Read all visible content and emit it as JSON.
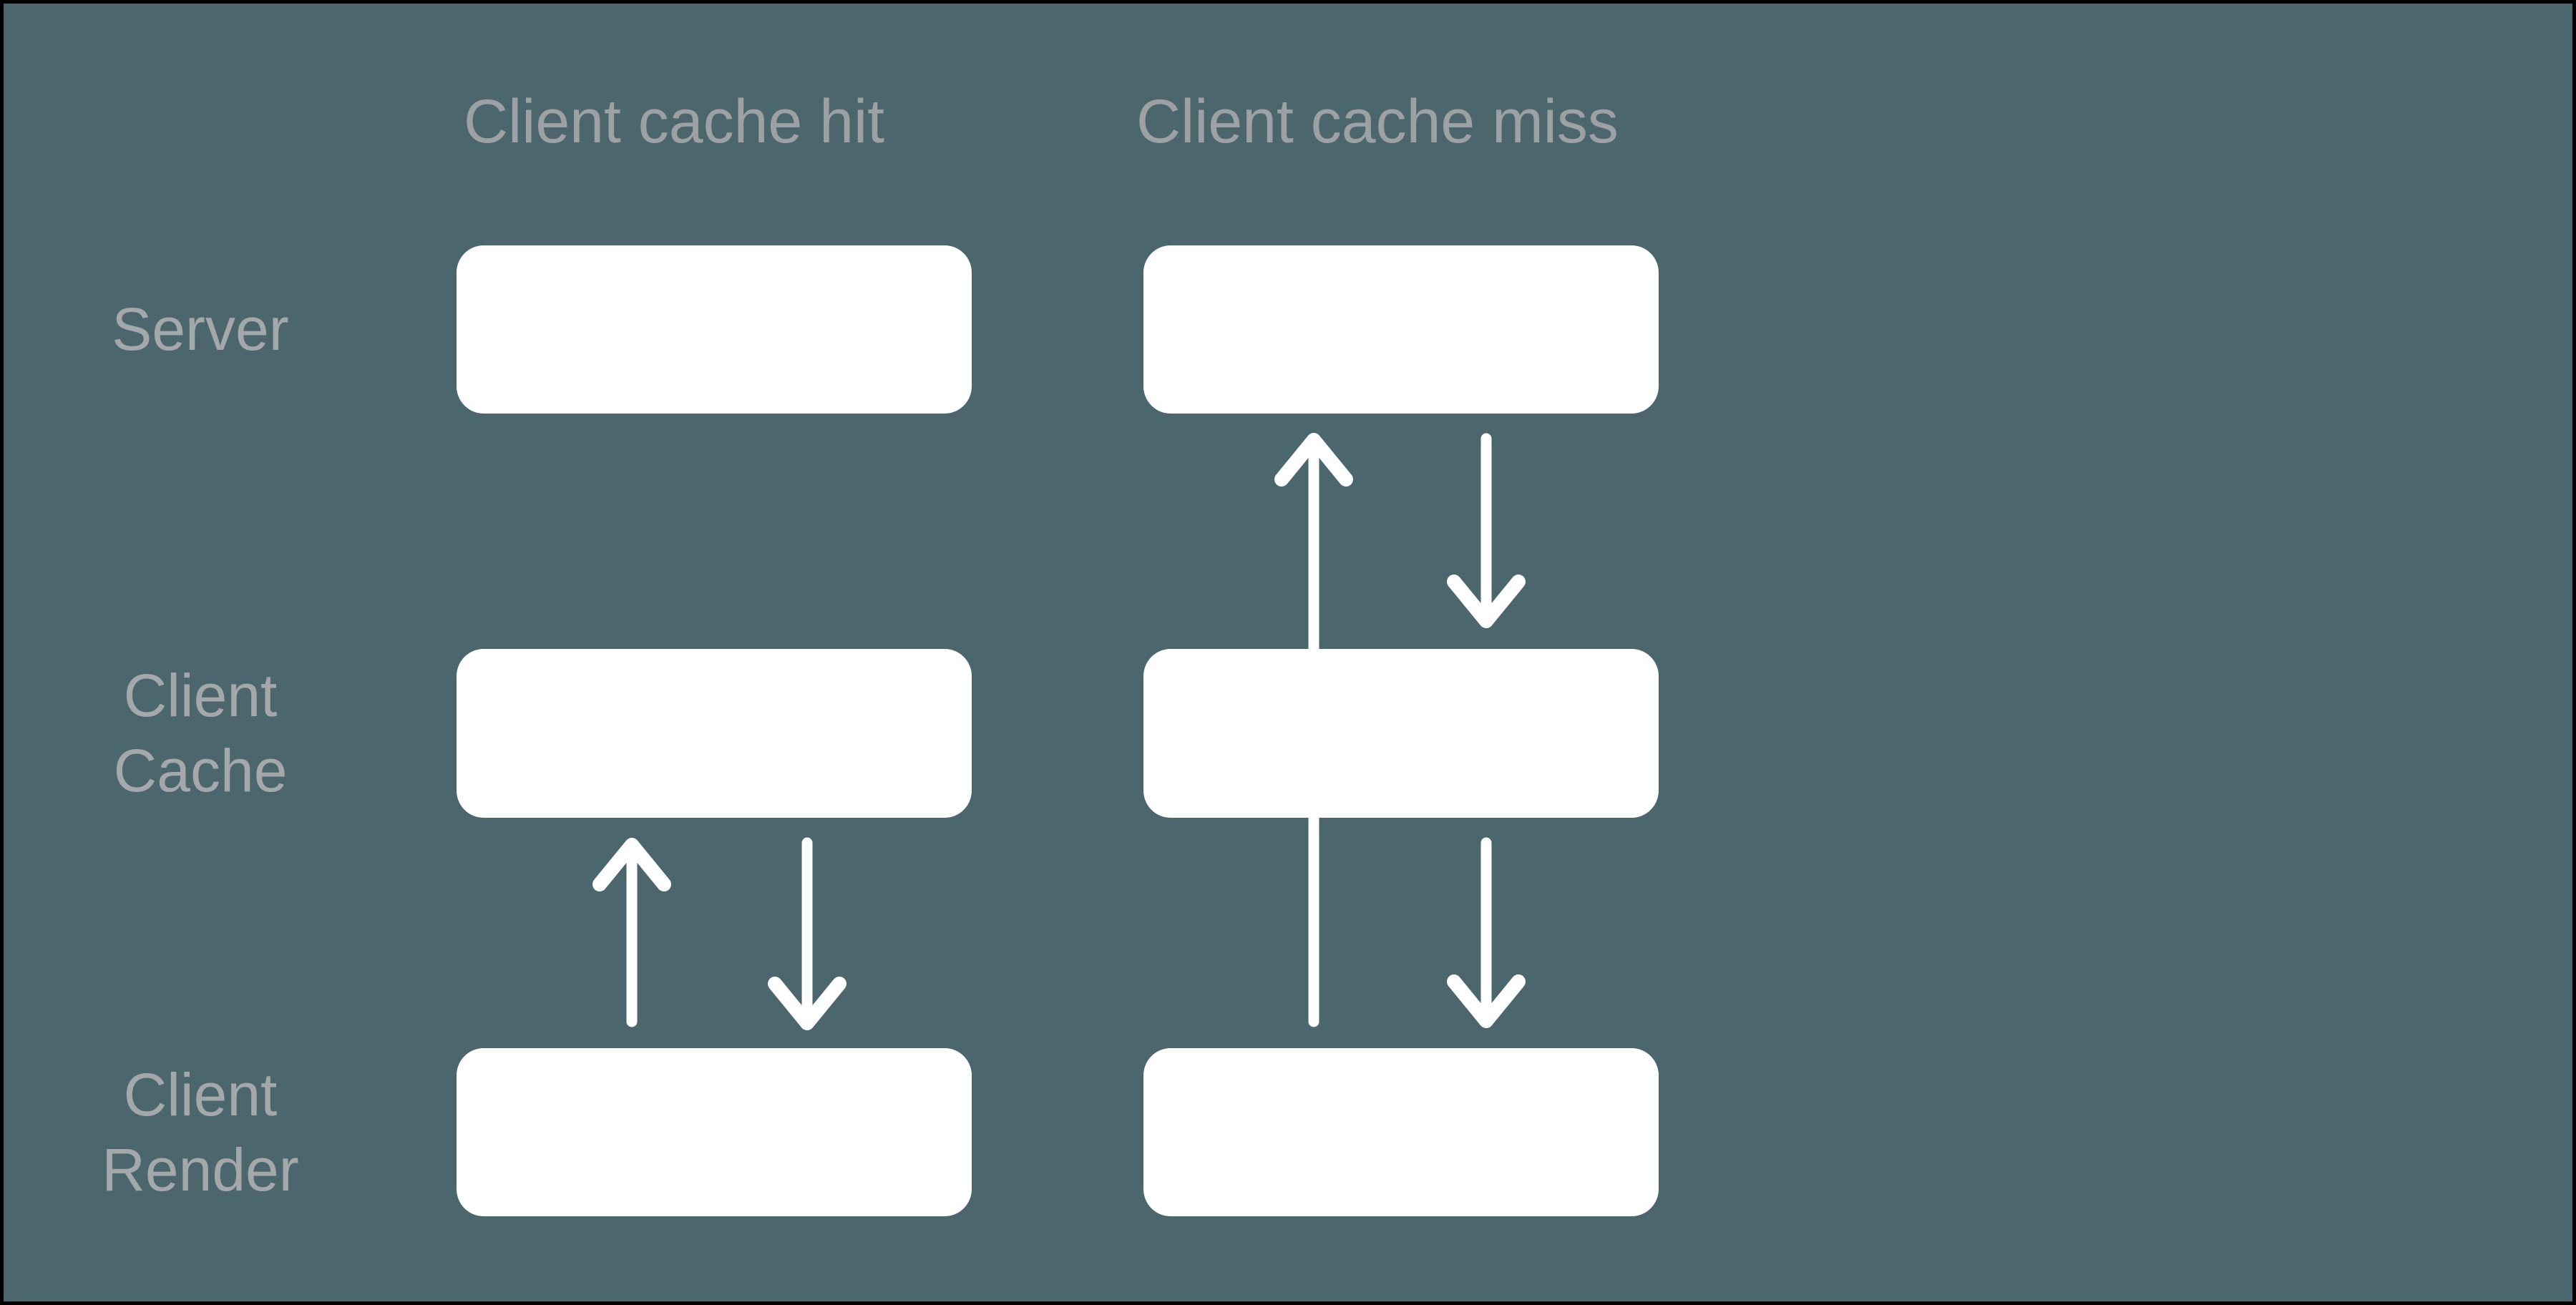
{
  "page": {
    "background_color": "#4C666D",
    "frame_color": "#000000",
    "box_fill": "#FFFFFF",
    "column_header_color": "#9EA1A3",
    "row_label_color": "#A5A8AA",
    "arrow_color": "#FFFFFF"
  },
  "diagram": {
    "columns": [
      {
        "id": "client-cache-hit",
        "header": "Client cache hit"
      },
      {
        "id": "client-cache-miss",
        "header": "Client cache miss"
      }
    ],
    "rows": [
      {
        "id": "server",
        "label": "Server"
      },
      {
        "id": "client-cache",
        "label": "Client\nCache"
      },
      {
        "id": "client-render",
        "label": "Client\nRender"
      }
    ],
    "arrows": [
      {
        "column": "client-cache-hit",
        "from": "client-render",
        "to": "client-cache",
        "direction": "up"
      },
      {
        "column": "client-cache-hit",
        "from": "client-cache",
        "to": "client-render",
        "direction": "down"
      },
      {
        "column": "client-cache-miss",
        "from": "client-render",
        "to": "server",
        "direction": "up",
        "passes_behind": "client-cache"
      },
      {
        "column": "client-cache-miss",
        "from": "server",
        "to": "client-cache",
        "direction": "down"
      },
      {
        "column": "client-cache-miss",
        "from": "client-cache",
        "to": "client-render",
        "direction": "down"
      }
    ]
  }
}
